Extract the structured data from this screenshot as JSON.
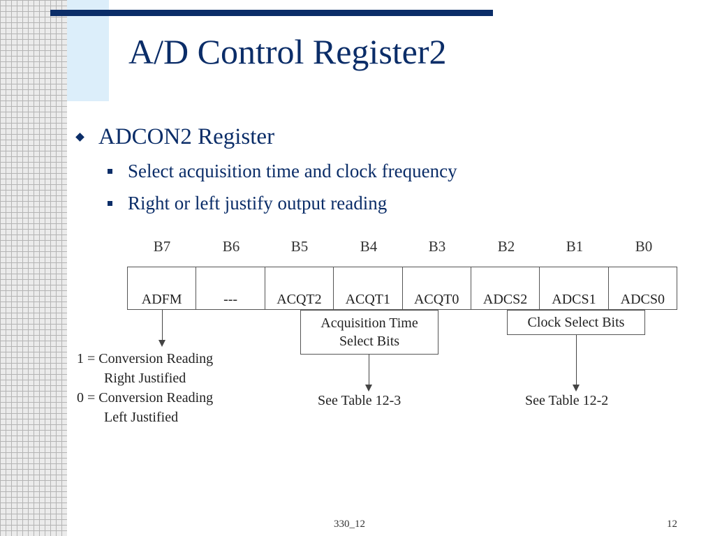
{
  "slide": {
    "title": "A/D Control Register2",
    "bullet": "ADCON2 Register",
    "sub_bullets": [
      "Select acquisition time and clock frequency",
      "Right or left justify output reading"
    ]
  },
  "register": {
    "bit_labels": [
      "B7",
      "B6",
      "B5",
      "B4",
      "B3",
      "B2",
      "B1",
      "B0"
    ],
    "bit_names": [
      "ADFM",
      "---",
      "ACQT2",
      "ACQT1",
      "ACQT0",
      "ADCS2",
      "ADCS1",
      "ADCS0"
    ],
    "acquisition_box": [
      "Acquisition Time",
      "Select Bits"
    ],
    "clock_box": "Clock Select Bits",
    "adfm_notes": [
      "1 = Conversion Reading",
      "Right Justified",
      "0 = Conversion Reading",
      "Left Justified"
    ],
    "acq_ref": "See Table 12-3",
    "clock_ref": "See Table 12-2"
  },
  "footer": {
    "center": "330_12",
    "page": "12"
  },
  "colors": {
    "title": "#0b2d68",
    "accent_block": "#dceefa"
  }
}
